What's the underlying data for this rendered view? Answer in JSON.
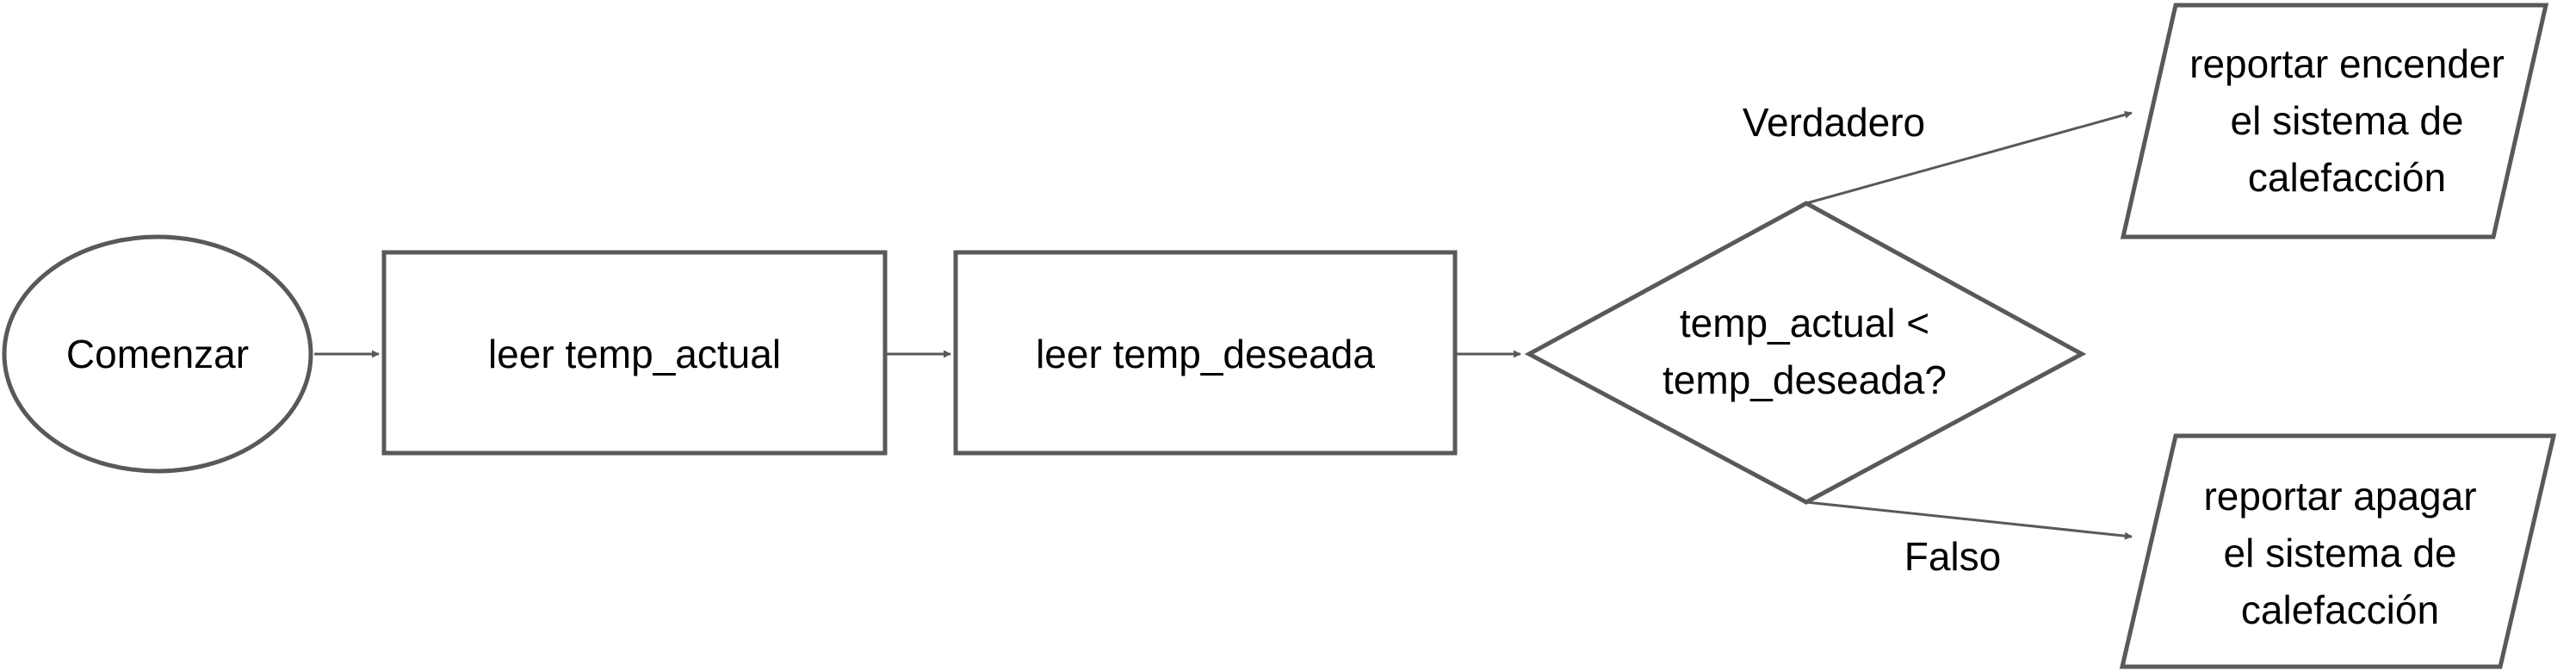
{
  "nodes": {
    "start": {
      "lines": [
        "Comenzar"
      ]
    },
    "read_current": {
      "lines": [
        "leer temp_actual"
      ]
    },
    "read_desired": {
      "lines": [
        "leer temp_deseada"
      ]
    },
    "decision": {
      "lines": [
        "temp_actual <",
        "temp_deseada?"
      ]
    },
    "output_on": {
      "lines": [
        "reportar encender",
        "el sistema de",
        "calefacción"
      ]
    },
    "output_off": {
      "lines": [
        "reportar apagar",
        "el sistema de",
        "calefacción"
      ]
    }
  },
  "edges": {
    "true_label": "Verdadero",
    "false_label": "Falso"
  },
  "colors": {
    "stroke": "#595959",
    "fill": "#ffffff",
    "text": "#000000"
  }
}
